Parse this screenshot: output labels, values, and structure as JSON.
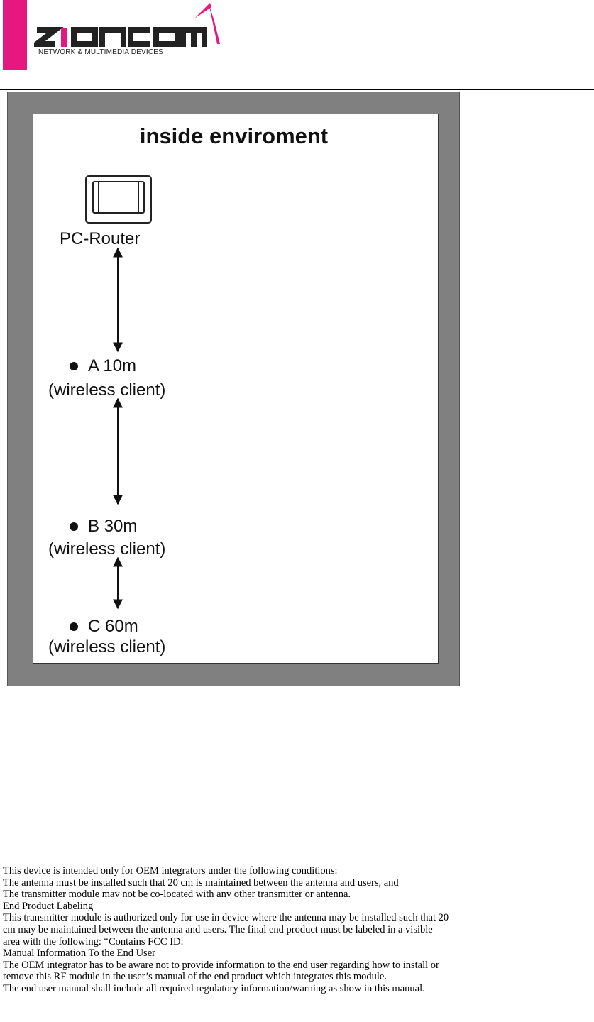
{
  "header": {
    "logo_text": "ZIONCOM",
    "tagline": "NETWORK & MULTIMEDIA DEVICES",
    "brand_color": "#e4187f"
  },
  "diagram": {
    "title": "inside enviroment",
    "device_label": "PC-Router",
    "device_icon": "router-icon",
    "nodes": [
      {
        "label": "A 10m",
        "sub": "(wireless client)"
      },
      {
        "label": "B 30m",
        "sub": "(wireless client)"
      },
      {
        "label": "C 60m",
        "sub": "(wireless client)"
      }
    ]
  },
  "fcc": {
    "lines": [
      "This device is intended only for OEM integrators under the following conditions:",
      "The antenna must be installed such that 20 cm is maintained between the antenna and users, and",
      "The transmitter module mav not be co-located with anv other transmitter or antenna.",
      "End Product Labeling",
      "This transmitter module is authorized only for use in device where the antenna may be installed such that 20",
      "cm may be maintained between the antenna and users. The final end product must be labeled in a visible",
      "area with the following: “Contains FCC ID:",
      "Manual Information To the End User",
      "The OEM integrator has to be aware not to provide information to the end user regarding how to install or",
      "remove this RF module in the user’s manual of the end product which integrates this module.",
      "The end user manual shall include all required regulatory information/warning as show in this manual."
    ]
  }
}
